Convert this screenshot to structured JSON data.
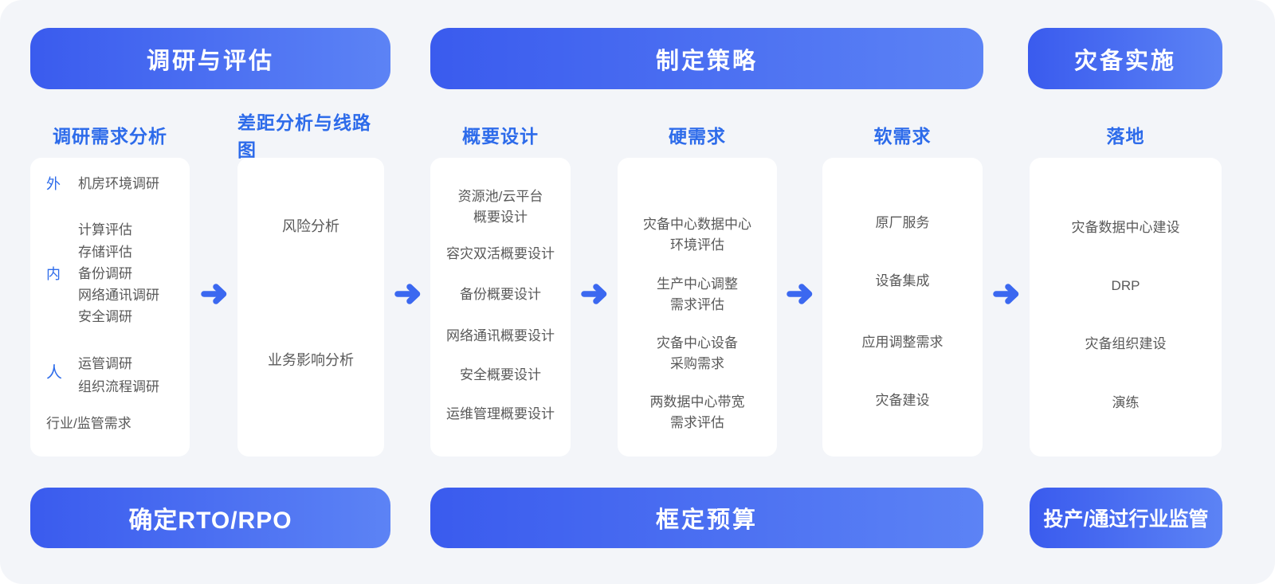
{
  "theme": {
    "canvas_bg": "#F3F5F9",
    "accent_blue": "#2D6BEA",
    "bar_gradient_start": "#3A5BEE",
    "bar_gradient_end": "#5C83F5",
    "arrow_color": "#3B68F0",
    "item_text_color": "#595959",
    "card_bg": "#FFFFFF"
  },
  "headers": [
    {
      "label": "调研与评估"
    },
    {
      "label": "制定策略"
    },
    {
      "label": "灾备实施"
    }
  ],
  "footers": [
    {
      "label": "确定RTO/RPO"
    },
    {
      "label": "框定预算"
    },
    {
      "label": "投产/通过行业监管"
    }
  ],
  "columns": [
    {
      "subtitle": "调研需求分析",
      "groups": [
        {
          "marker": "外",
          "lines": [
            "机房环境调研"
          ]
        },
        {
          "marker": "内",
          "lines": [
            "计算评估",
            "存储评估",
            "备份调研",
            "网络通讯调研",
            "安全调研"
          ]
        },
        {
          "marker": "人",
          "lines": [
            "运管调研",
            "组织流程调研"
          ]
        },
        {
          "marker": "",
          "lines": [
            "行业/监管需求"
          ]
        }
      ]
    },
    {
      "subtitle": "差距分析与线路图",
      "items": [
        [
          "风险分析"
        ],
        [
          "业务影响分析"
        ]
      ]
    },
    {
      "subtitle": "概要设计",
      "items": [
        [
          "资源池/云平台",
          "概要设计"
        ],
        [
          "容灾双活概要设计"
        ],
        [
          "备份概要设计"
        ],
        [
          "网络通讯概要设计"
        ],
        [
          "安全概要设计"
        ],
        [
          "运维管理概要设计"
        ]
      ]
    },
    {
      "subtitle": "硬需求",
      "items": [
        [
          "灾备中心数据中心",
          "环境评估"
        ],
        [
          "生产中心调整",
          "需求评估"
        ],
        [
          "灾备中心设备",
          "采购需求"
        ],
        [
          "两数据中心带宽",
          "需求评估"
        ]
      ]
    },
    {
      "subtitle": "软需求",
      "items": [
        [
          "原厂服务"
        ],
        [
          "设备集成"
        ],
        [
          "应用调整需求"
        ],
        [
          "灾备建设"
        ]
      ]
    },
    {
      "subtitle": "落地",
      "items": [
        [
          "灾备数据中心建设"
        ],
        [
          "DRP"
        ],
        [
          "灾备组织建设"
        ],
        [
          "演练"
        ]
      ]
    }
  ]
}
